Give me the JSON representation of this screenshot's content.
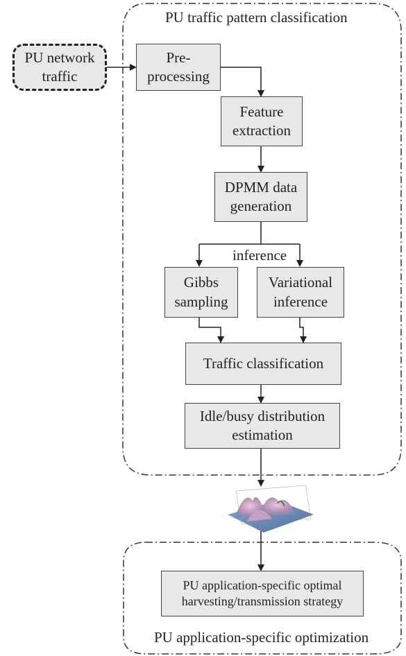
{
  "regions": {
    "classification": "PU traffic pattern classification",
    "optimization": "PU application-specific optimization"
  },
  "source": "PU network\ntraffic",
  "nodes": {
    "preprocessing": "Pre-\nprocessing",
    "feature_extraction": "Feature\nextraction",
    "dpmm": "DPMM data\ngeneration",
    "gibbs": "Gibbs\nsampling",
    "variational": "Variational\ninference",
    "traffic_classification": "Traffic classification",
    "idle_busy": "Idle/busy distribution\nestimation",
    "strategy": "PU application-specific optimal\nharvesting/transmission strategy"
  },
  "edge_labels": {
    "inference": "inference"
  },
  "colors": {
    "box_fill": "#e8e8e8",
    "line": "#222222",
    "surface_low": "#6f8fb8",
    "surface_high": "#d9b8d8"
  }
}
